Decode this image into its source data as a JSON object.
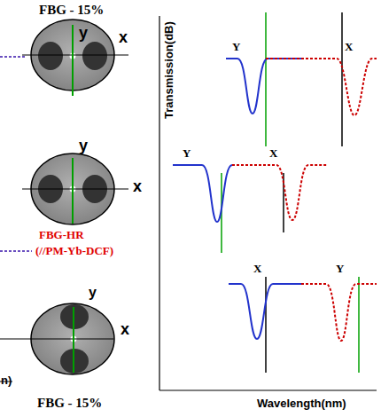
{
  "diagram": {
    "labels": [
      "FBG - 15%",
      "y",
      "x",
      "y",
      "x",
      "FBG-HR",
      "(//PM-Yb-DCF)",
      "y",
      "x",
      "n)",
      "FBG - 15%",
      "Transmission(dB)",
      "Wavelength(nm)",
      "Y",
      "X",
      "Y",
      "X",
      "X",
      "Y"
    ]
  }
}
